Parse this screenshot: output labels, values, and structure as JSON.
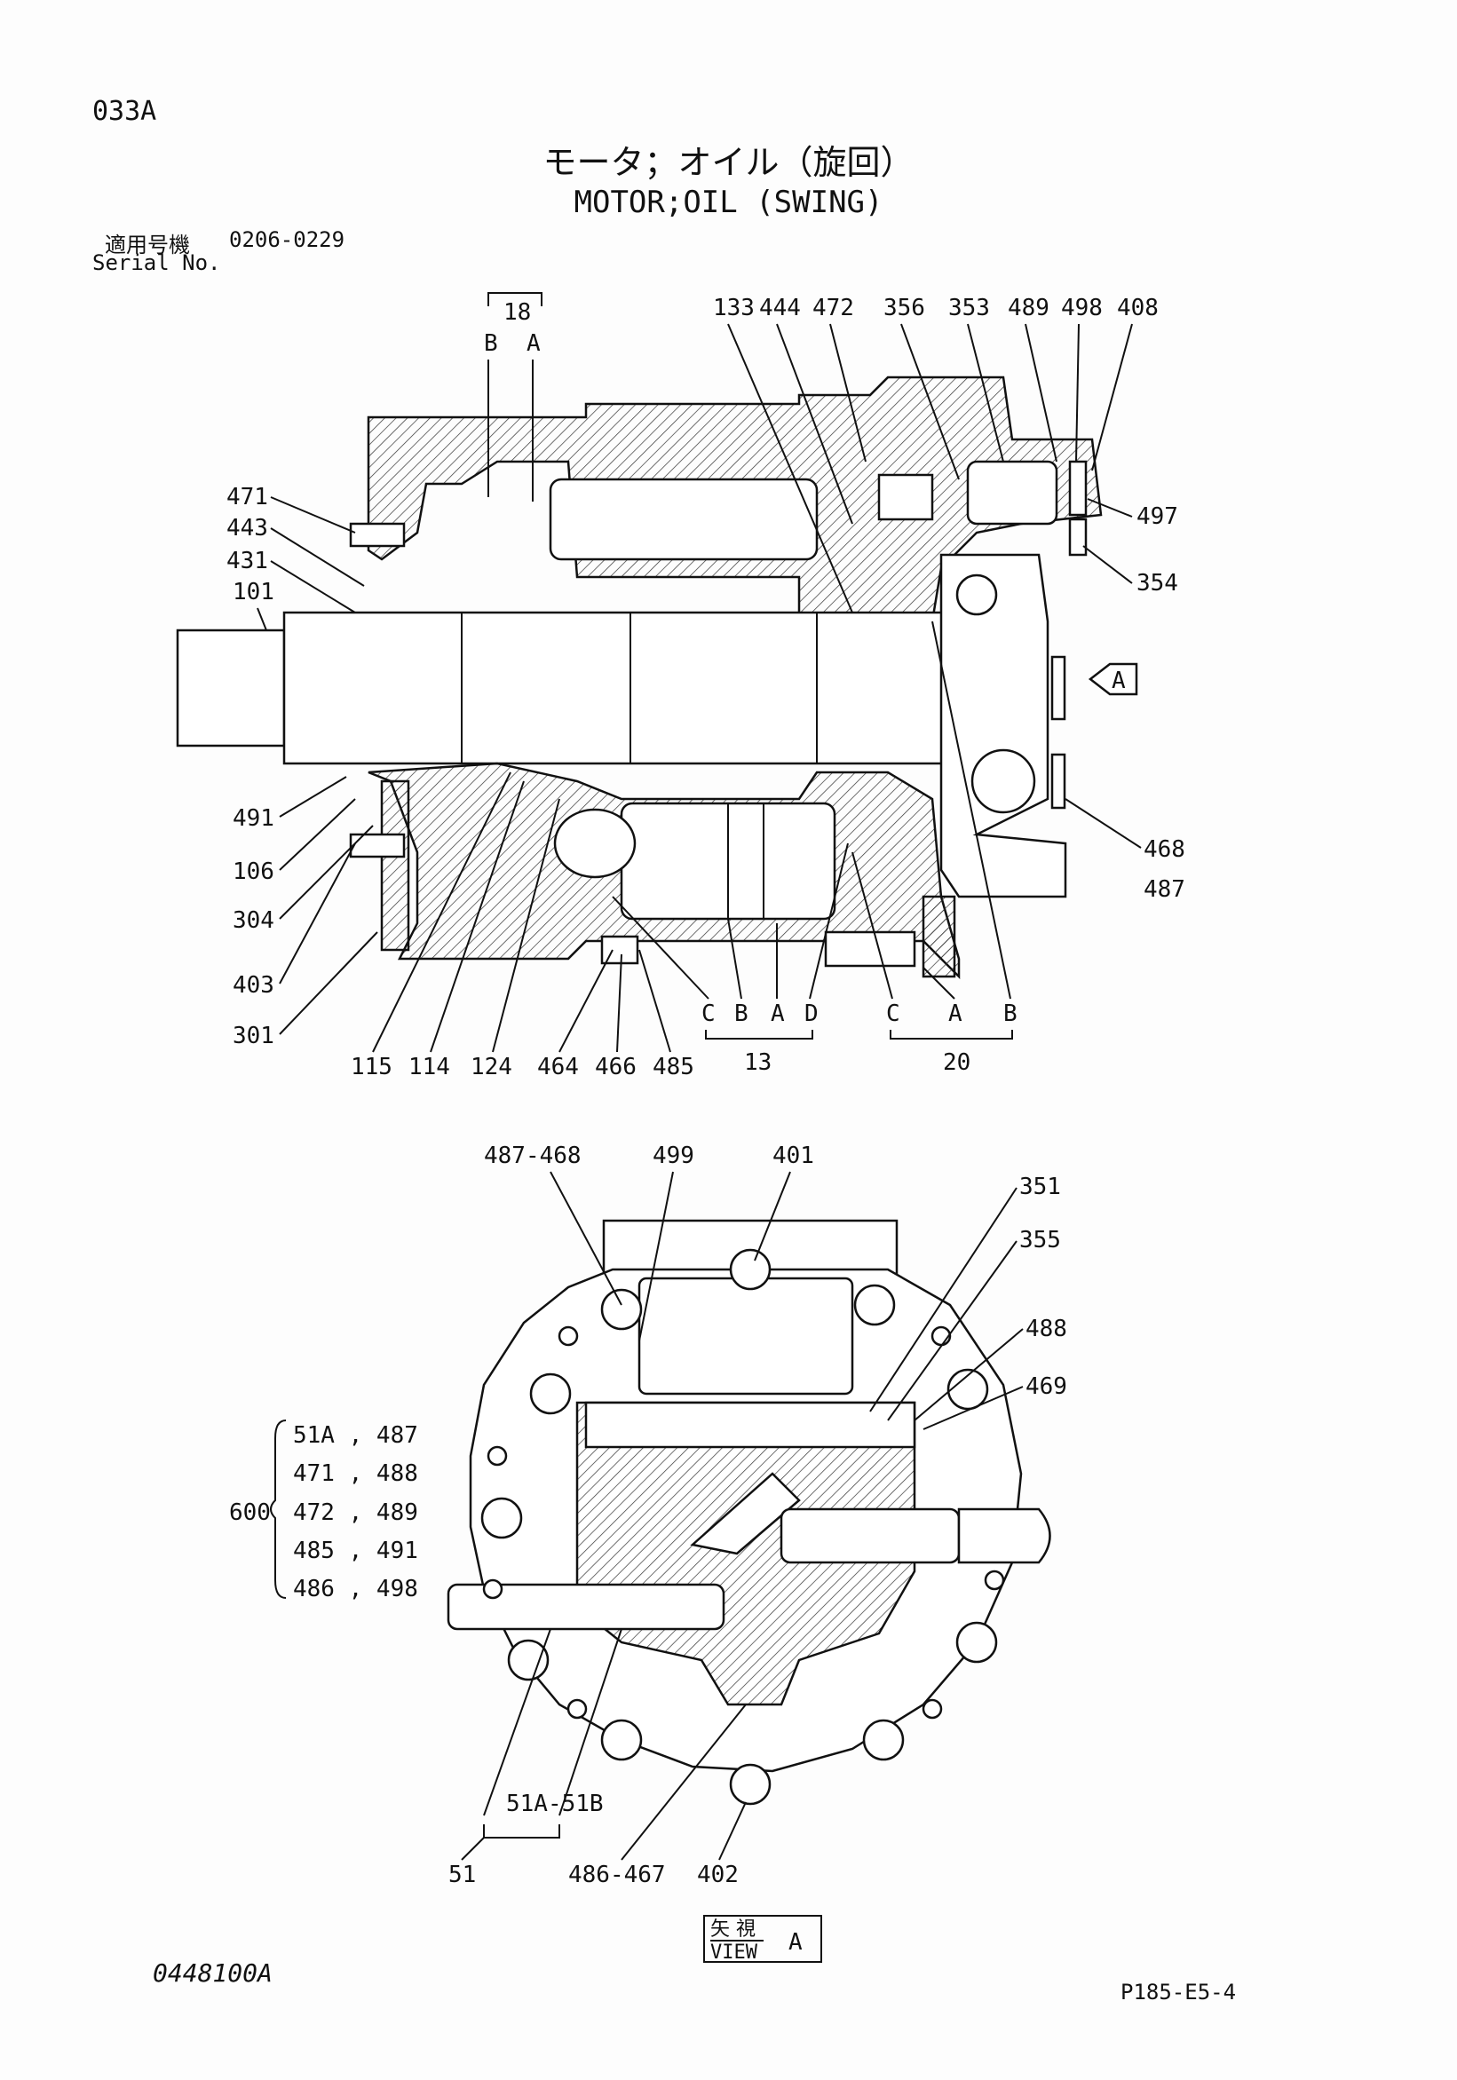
{
  "header": {
    "code": "033A",
    "title_jp": "モータ；オイル（旋回）",
    "title_en": "MOTOR;OIL (SWING)",
    "serial_label_jp": "適用号機",
    "serial_value": "0206-0229",
    "serial_label_en": "Serial No."
  },
  "top_view_labels": {
    "l18": "18",
    "l18b": "B",
    "l18a": "A",
    "l133": "133",
    "l444": "444",
    "l472": "472",
    "l356": "356",
    "l353": "353",
    "l489": "489",
    "l498": "498",
    "l408": "408",
    "l471": "471",
    "l443": "443",
    "l431": "431",
    "l101": "101",
    "l497": "497",
    "l354": "354",
    "lA": "A",
    "l468": "468",
    "l487": "487",
    "l491": "491",
    "l106": "106",
    "l304": "304",
    "l403": "403",
    "l301": "301",
    "l115": "115",
    "l114": "114",
    "l124": "124",
    "l464": "464",
    "l466": "466",
    "l485": "485",
    "l13c": "C",
    "l13b": "B",
    "l13a": "A",
    "l13d": "D",
    "l13": "13",
    "l20c": "C",
    "l20a": "A",
    "l20b": "B",
    "l20": "20"
  },
  "bottom_view_labels": {
    "l487_468": "487-468",
    "l499": "499",
    "l401": "401",
    "l351": "351",
    "l355": "355",
    "l488": "488",
    "l469": "469",
    "l600": "600",
    "kit_rows": [
      "51A , 487",
      "471 , 488",
      "472 , 489",
      "485 , 491",
      "486 , 498"
    ],
    "l51a_51b": "51A-51B",
    "l51": "51",
    "l486_467": "486-467",
    "l402": "402",
    "view_jp": "矢 視",
    "view_en": "VIEW",
    "view_letter": "A"
  },
  "footer": {
    "left": "0448100A",
    "right": "P185-E5-4"
  }
}
